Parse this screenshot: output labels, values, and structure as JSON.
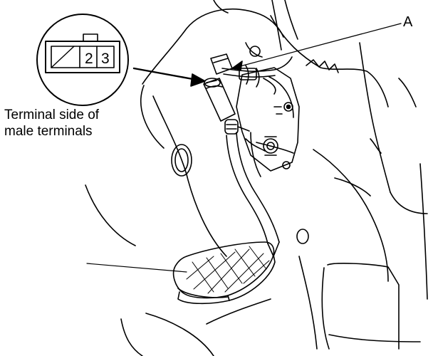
{
  "callout": {
    "label": "A"
  },
  "connector_view": {
    "pins": [
      "2",
      "3"
    ],
    "caption_line1": "Terminal side of",
    "caption_line2": "male terminals"
  },
  "colors": {
    "ink": "#000000",
    "paper": "#ffffff"
  }
}
